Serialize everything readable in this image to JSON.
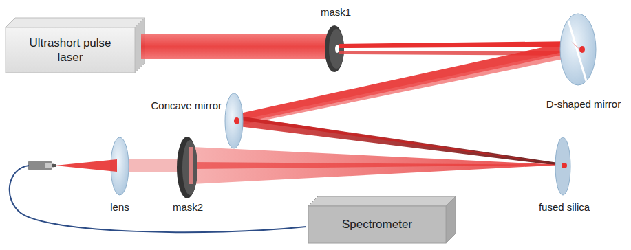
{
  "diagram": {
    "nodes": [
      {
        "text": [
          "Ultrashort pulse laser"
        ]
      },
      {
        "text": [
          "Spectrometer"
        ]
      }
    ],
    "labels": [
      "mask1",
      "D-shaped mirror",
      "Concave mirror",
      "lens",
      "mask2",
      "fused silica"
    ]
  }
}
